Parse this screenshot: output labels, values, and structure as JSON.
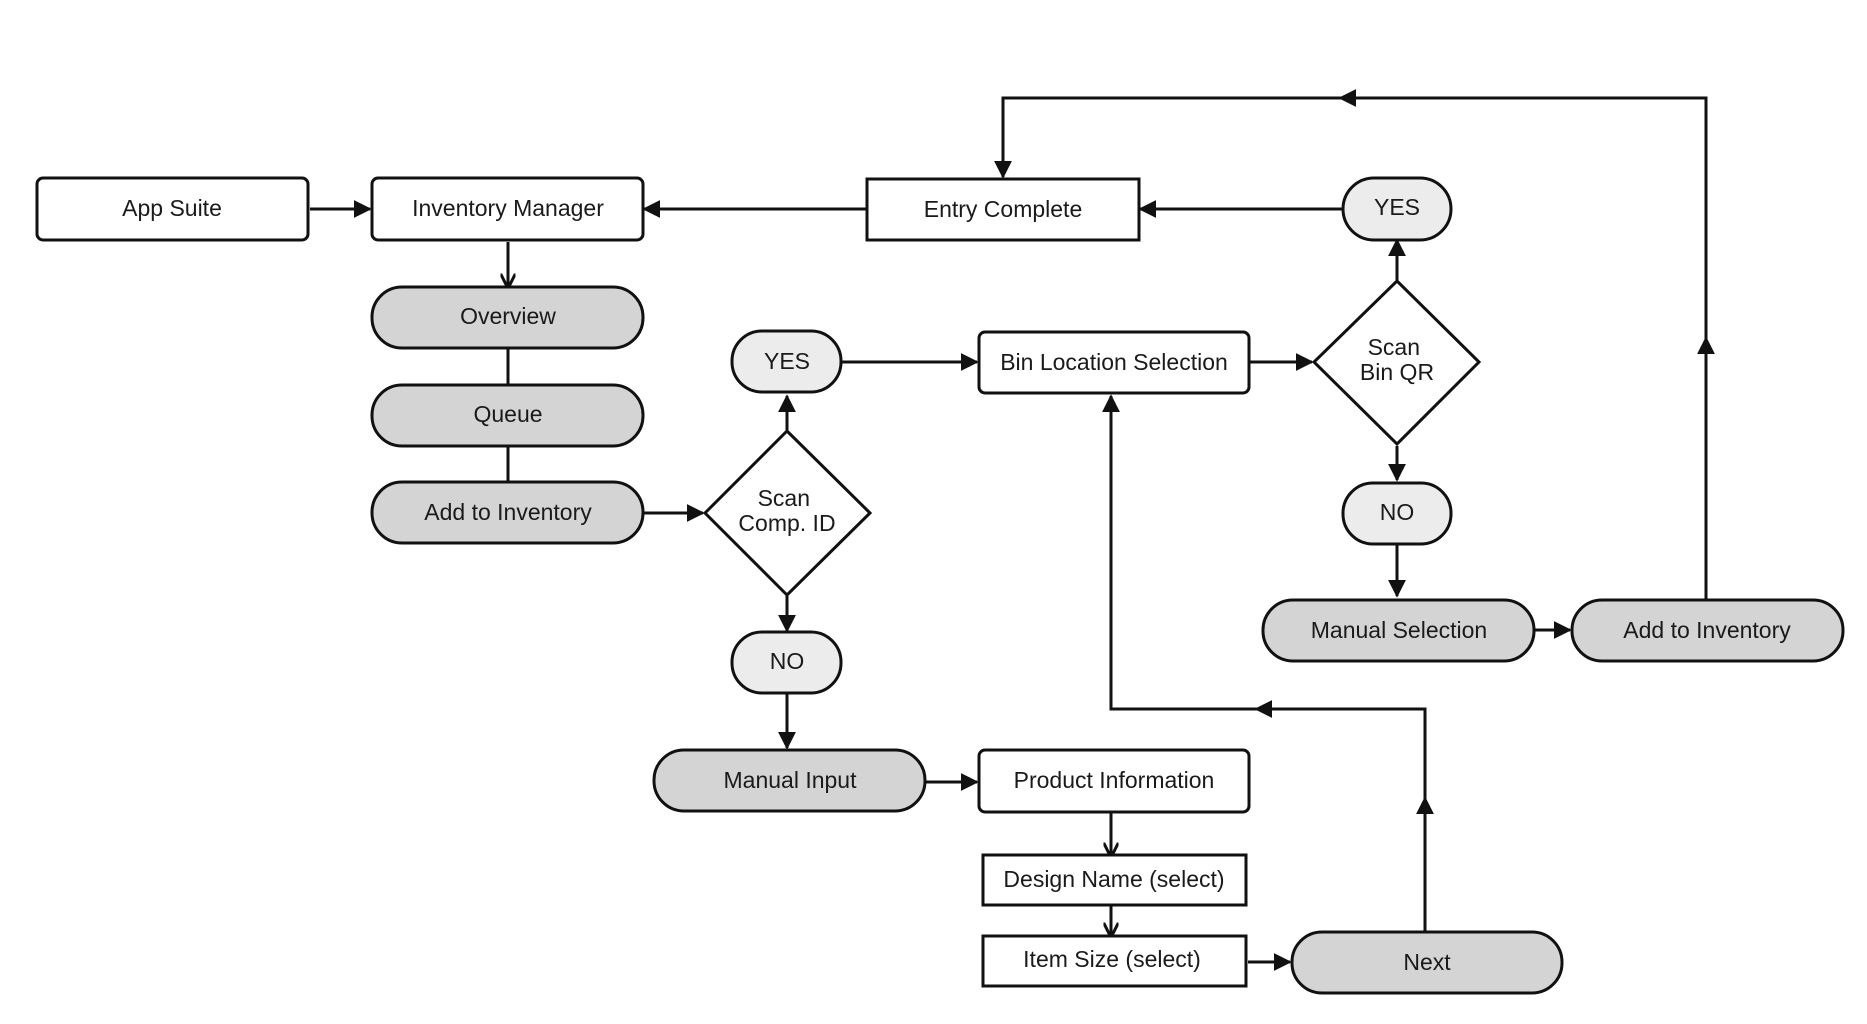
{
  "diagram": {
    "nodes": {
      "app_suite": "App Suite",
      "inventory_manager": "Inventory Manager",
      "entry_complete": "Entry Complete",
      "yes_top": "YES",
      "overview": "Overview",
      "queue": "Queue",
      "add_to_inventory_left": "Add to Inventory",
      "scan_comp_id": [
        "Scan",
        "Comp. ID"
      ],
      "yes_mid": "YES",
      "no_mid": "NO",
      "bin_location_selection": "Bin Location Selection",
      "scan_bin_qr": [
        "Scan",
        "Bin QR"
      ],
      "no_right": "NO",
      "manual_selection": "Manual Selection",
      "add_to_inventory_right": "Add to Inventory",
      "manual_input": "Manual Input",
      "product_information": "Product Information",
      "design_name": "Design Name (select)",
      "item_size": "Item Size (select)",
      "next": "Next"
    },
    "colors": {
      "stroke": "#111111",
      "pill_fill": "#d4d4d4",
      "answer_fill": "#ececec",
      "box_fill": "#ffffff"
    }
  }
}
